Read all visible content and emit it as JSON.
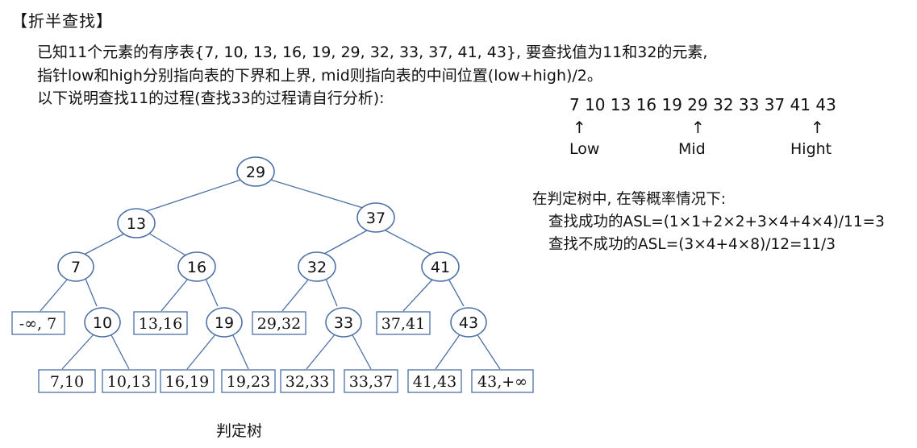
{
  "title": "【折半查找】",
  "intro": {
    "line1": "已知11个元素的有序表{7, 10, 13, 16, 19, 29, 32, 33, 37, 41, 43}, 要查找值为11和32的元素,",
    "line2": "指针low和high分别指向表的下界和上界, mid则指向表的中间位置(low+high)/2。",
    "line3": "以下说明查找11的过程(查找33的过程请自行分析):"
  },
  "sequence": "7 10 13 16 19 29 32 33 37 41 43",
  "arrow_glyph": "↑",
  "pointers": {
    "low": "Low",
    "mid": "Mid",
    "high": "Hight"
  },
  "asl": {
    "title": "在判定树中, 在等概率情况下:",
    "success": "查找成功的ASL=(1×1+2×2+3×4+4×4)/11=3",
    "fail": "查找不成功的ASL=(3×4+4×8)/12=11/3"
  },
  "tree": {
    "caption": "判定树",
    "nodes": {
      "n29": "29",
      "n13": "13",
      "n37": "37",
      "n7": "7",
      "n16": "16",
      "n32": "32",
      "n41": "41",
      "n10": "10",
      "n19": "19",
      "n33": "33",
      "n43": "43"
    },
    "leaves": {
      "l_inf7": "-∞, 7",
      "l_1316": "13,16",
      "l_2932": "29,32",
      "l_3741": "37,41",
      "l_710": "7,10",
      "l_1013": "10,13",
      "l_1619": "16,19",
      "l_1923": "19,23",
      "l_3233": "32,33",
      "l_3337": "33,37",
      "l_4143": "41,43",
      "l_43inf": "43,+∞"
    }
  },
  "colors": {
    "tree_stroke": "#4a6fa5",
    "text": "#111111",
    "background": "#ffffff"
  }
}
